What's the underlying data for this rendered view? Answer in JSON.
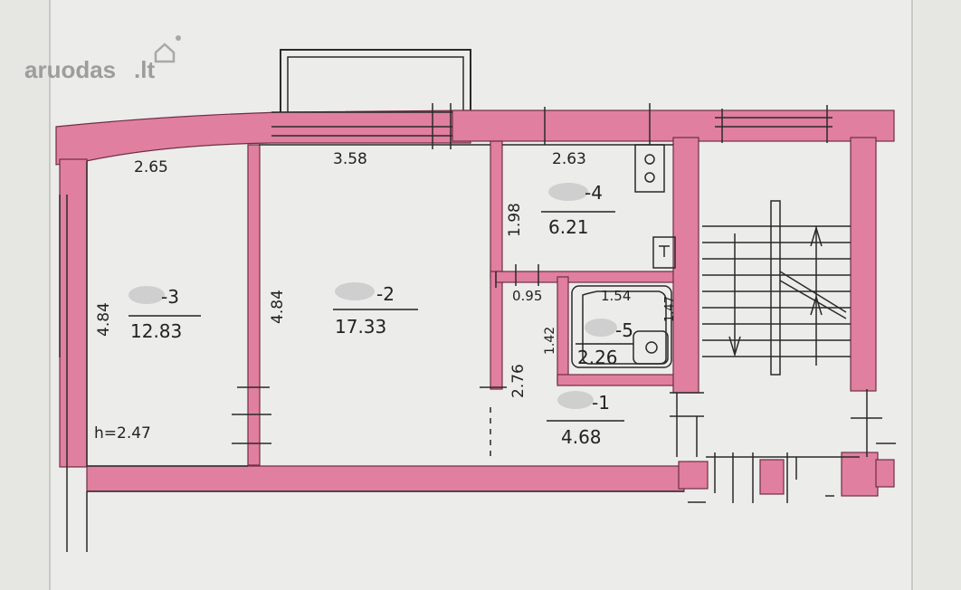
{
  "watermark": {
    "brand": "aruodas",
    "tld": ".lt"
  },
  "colors": {
    "wall": "#e07fa0",
    "paper": "#ececea",
    "ink": "#222222"
  },
  "rooms": [
    {
      "id": "room-3",
      "label": "-3",
      "area": "12.83"
    },
    {
      "id": "room-2",
      "label": "-2",
      "area": "17.33"
    },
    {
      "id": "room-4",
      "label": "-4",
      "area": "6.21"
    },
    {
      "id": "room-5",
      "label": "-5",
      "area": "2.26"
    },
    {
      "id": "room-1",
      "label": "-1",
      "area": "4.68"
    }
  ],
  "dimensions": {
    "room3_width": "2.65",
    "room2_width": "3.58",
    "kitchen_width": "2.63",
    "room3_height": "4.84",
    "room2_height": "4.84",
    "kitchen_height": "1.98",
    "hall_height": "2.76",
    "bath_door": "0.95",
    "bath_width": "1.54",
    "bath_height": "1.42",
    "bath_side": "1.47"
  },
  "ceiling_height": "h=2.47"
}
